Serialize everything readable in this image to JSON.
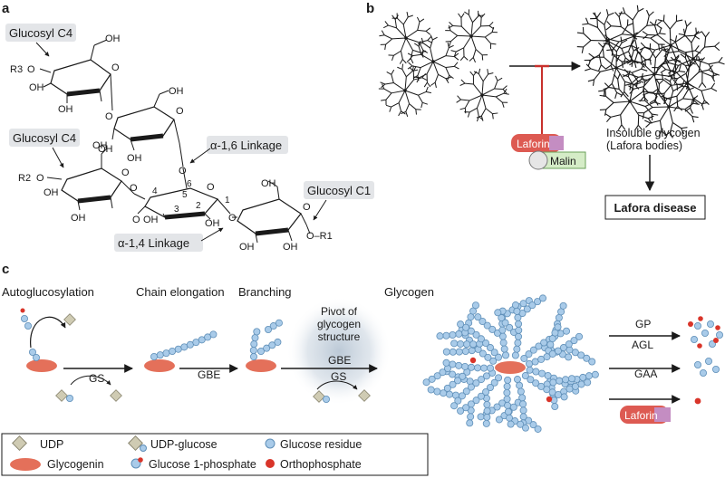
{
  "panels": {
    "a": {
      "label": "a",
      "callouts": {
        "glucosyl_c4_top": "Glucosyl C4",
        "glucosyl_c4_mid": "Glucosyl C4",
        "glucosyl_c1": "Glucosyl C1",
        "alpha16": "α-1,6 Linkage",
        "alpha14": "α-1,4 Linkage"
      },
      "groups": {
        "r1": "O–R1",
        "r2": "R2",
        "r3": "R3",
        "oh": "OH",
        "o": "O"
      },
      "atom_numbers": [
        "1",
        "2",
        "3",
        "4",
        "5",
        "6"
      ]
    },
    "b": {
      "label": "b",
      "laforin": "Laforin",
      "malin": "Malin",
      "insoluble_line1": "Insoluble glycogen",
      "insoluble_line2": "(Lafora bodies)",
      "disease": "Lafora disease"
    },
    "c": {
      "label": "c",
      "steps": {
        "autoglucosylation": "Autoglucosylation",
        "chain_elongation": "Chain elongation",
        "branching": "Branching",
        "glycogen": "Glycogen"
      },
      "pivot": [
        "Pivot of",
        "glycogen",
        "structure"
      ],
      "enzymes": {
        "gs1": "GS",
        "gbe1": "GBE",
        "gbe2": "GBE",
        "gs2": "GS",
        "gp": "GP",
        "agl": "AGL",
        "gaa": "GAA"
      },
      "laforin": "Laforin",
      "legend": {
        "udp": "UDP",
        "udp_glucose": "UDP-glucose",
        "glucose_residue": "Glucose residue",
        "glycogenin": "Glycogenin",
        "glucose_1_phosphate": "Glucose 1-phosphate",
        "orthophosphate": "Orthophosphate"
      }
    }
  },
  "colors": {
    "glucose": "#a9cbe9",
    "glucose_stroke": "#5f8fb8",
    "glycogenin": "#e4705a",
    "phosphate": "#d9352a",
    "udp": "#cfcbb3",
    "laforin": "#dd5a52",
    "laforin_tag": "#c48dc2",
    "malin": "#d5ecc7",
    "callout_bg": "#e3e5e8",
    "inhibit": "#c8302c",
    "pivot_glow": "#c9d4de"
  }
}
